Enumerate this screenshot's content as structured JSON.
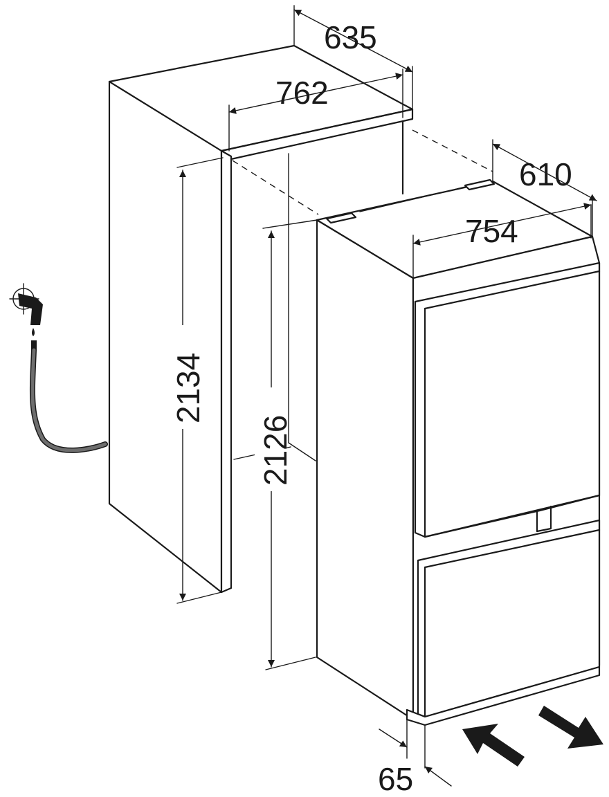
{
  "dimensions": {
    "niche_depth": "635",
    "niche_width": "762",
    "niche_height": "2134",
    "appliance_depth": "610",
    "appliance_width": "754",
    "appliance_height": "2126",
    "plinth_offset": "65"
  },
  "colors": {
    "line": "#1a1a1a",
    "hose": "#6e6e6e",
    "background": "#ffffff"
  },
  "icons": {
    "water_connection": "water-tap-icon",
    "airflow_in": "airflow-in-arrow-icon",
    "airflow_out": "airflow-out-arrow-icon"
  }
}
